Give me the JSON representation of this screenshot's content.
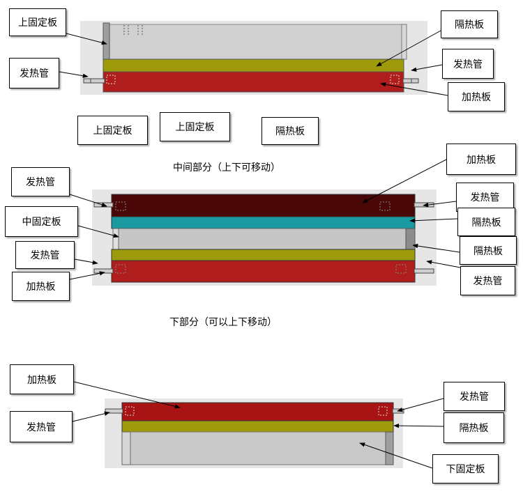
{
  "sections": {
    "top": {
      "labels": {
        "upper_plate": "上固定板",
        "heater_tube_left": "发热管",
        "insulation_plate": "隔热板",
        "heater_tube_right": "发热管",
        "heating_plate": "加热板"
      },
      "standalone_boxes": [
        "上固定板",
        "上固定板",
        "隔热板"
      ]
    },
    "middle": {
      "caption": "中间部分（上下可移动）",
      "labels": {
        "heater_tube_tl": "发热管",
        "middle_plate": "中固定板",
        "heater_tube_ml": "发热管",
        "heating_plate_bl": "加热板",
        "heating_plate_tr": "加热板",
        "heater_tube_tr": "发热管",
        "insulation_tr": "隔热板",
        "insulation_mr": "隔热板",
        "heater_tube_br": "发热管"
      }
    },
    "bottom": {
      "caption": "下部分（可以上下移动）",
      "labels": {
        "heating_plate": "加热板",
        "heater_tube_left": "发热管",
        "heater_tube_right": "发热管",
        "insulation_plate": "隔热板",
        "lower_plate": "下固定板"
      }
    }
  },
  "colors": {
    "plate_gray": "#c9c9c9",
    "olive": "#9d9b0b",
    "red": "#b01d1d",
    "dark_red": "#4a0707",
    "teal": "#1a9aa0",
    "background_box": "#e6e6e6"
  }
}
